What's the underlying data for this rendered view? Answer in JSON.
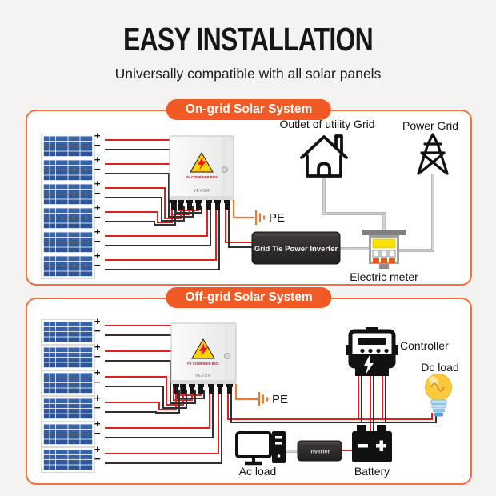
{
  "header": {
    "title": "EASY INSTALLATION",
    "subtitle": "Universally compatible with all solar panels"
  },
  "terminals": {
    "plus": "+",
    "minus": "−"
  },
  "combiner": {
    "warning_caption": "PV COMBINER BOX",
    "brand": "VEVOR"
  },
  "ongrid": {
    "badge": "On-grid Solar System",
    "outlet_label": "Outlet of utility Grid",
    "power_grid_label": "Power Grid",
    "pe_label": "PE",
    "inverter_label": "Grid Tie Power Inverter",
    "meter_label": "Electric meter"
  },
  "offgrid": {
    "badge": "Off-grid Solar System",
    "controller_label": "Controller",
    "dc_load_label": "Dc load",
    "pe_label": "PE",
    "inverter_label": "Inverter",
    "battery_label": "Battery",
    "ac_load_label": "Ac load"
  },
  "colors": {
    "accent": "#F15A25",
    "card_border": "#F2713E",
    "wire_red": "#E02121",
    "wire_black": "#303030",
    "wire_gray": "#9F9F9F",
    "wire_orange": "#E87B2E",
    "panel_blue": "#2F5FA7",
    "warning_yellow": "#FFD200",
    "bolt_red": "#E31E24"
  }
}
